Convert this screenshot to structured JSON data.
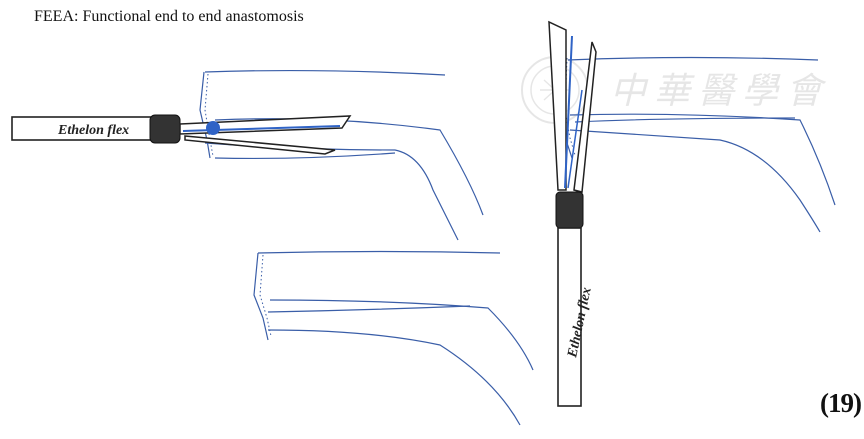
{
  "title": "FEEA: Functional end to end anastomosis",
  "figure_number": "(19)",
  "device": {
    "label": "Ethelon flex"
  },
  "watermark": {
    "text": "中華醫學會",
    "seal": "seal-emblem"
  },
  "colors": {
    "bowel_outline": "#3a5ea8",
    "stapler_blue": "#2f63c6",
    "collar": "#333333",
    "outline": "#222222"
  }
}
